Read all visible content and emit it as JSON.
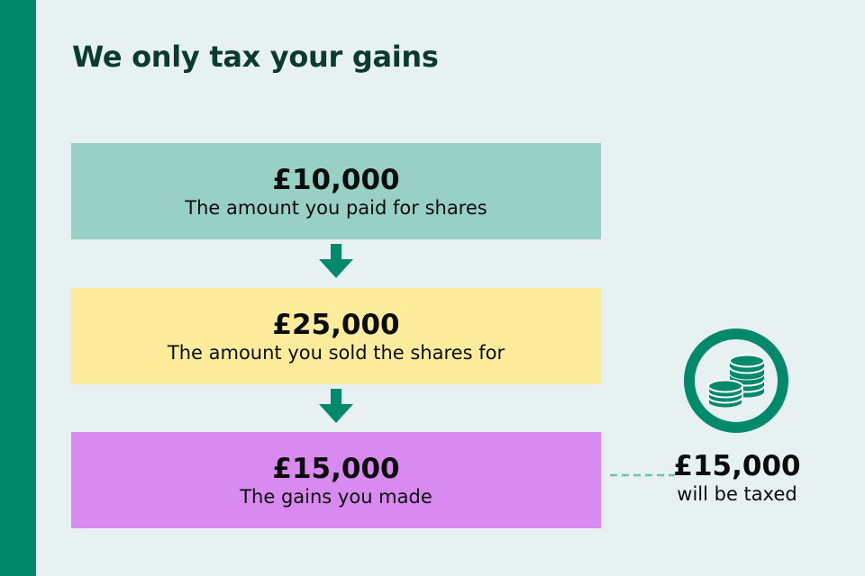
{
  "title": "We only tax your gains",
  "colors": {
    "accent": "#00896b",
    "background": "#e8f1f1",
    "title": "#0b3b2e",
    "box_paid": "#99d0c6",
    "box_sold": "#fdec9c",
    "box_gains": "#d98af0"
  },
  "steps": [
    {
      "amount": "£10,000",
      "description": "The amount you paid for shares"
    },
    {
      "amount": "£25,000",
      "description": "The amount you sold the shares for"
    },
    {
      "amount": "£15,000",
      "description": "The gains you made"
    }
  ],
  "arrows": [
    "down-arrow-icon",
    "down-arrow-icon"
  ],
  "taxed": {
    "icon": "coins-icon",
    "amount": "£15,000",
    "note": "will be taxed"
  }
}
